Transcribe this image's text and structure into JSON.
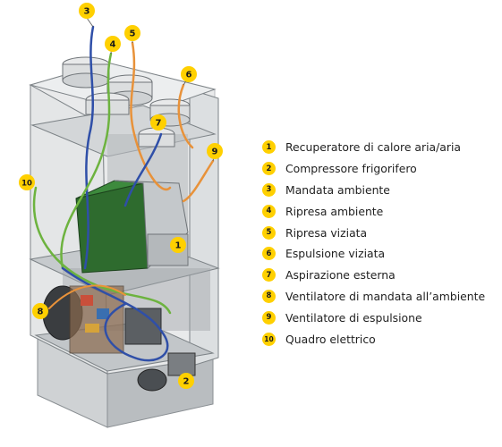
{
  "legend": {
    "items": [
      {
        "num": "1",
        "label": "Recuperatore di calore aria/aria"
      },
      {
        "num": "2",
        "label": "Compressore frigorifero"
      },
      {
        "num": "3",
        "label": "Mandata ambiente"
      },
      {
        "num": "4",
        "label": "Ripresa ambiente"
      },
      {
        "num": "5",
        "label": "Ripresa viziata"
      },
      {
        "num": "6",
        "label": "Espulsione viziata"
      },
      {
        "num": "7",
        "label": "Aspirazione esterna"
      },
      {
        "num": "8",
        "label": "Ventilatore di mandata all’ambiente"
      },
      {
        "num": "9",
        "label": "Ventilatore di espulsione"
      },
      {
        "num": "10",
        "label": "Quadro elettrico"
      }
    ]
  },
  "callouts": {
    "c1": "1",
    "c2": "2",
    "c3": "3",
    "c4": "4",
    "c5": "5",
    "c6": "6",
    "c7": "7",
    "c8": "8",
    "c9": "9",
    "c10": "10"
  },
  "colors": {
    "badge": "#ffd000",
    "duct_blue": "#2f4fa8",
    "duct_green": "#6db33f",
    "duct_orange": "#e8923a",
    "heat_exchanger": "#2e6b2e"
  }
}
